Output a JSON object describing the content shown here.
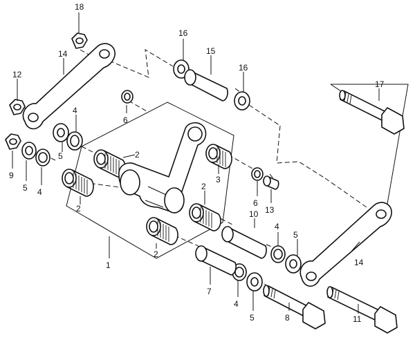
{
  "callouts": {
    "c1": "1",
    "c2a": "2",
    "c2b": "2",
    "c2c": "2",
    "c2d": "2",
    "c3": "3",
    "c4a": "4",
    "c4b": "4",
    "c4c": "4",
    "c4d": "4",
    "c5a": "5",
    "c5b": "5",
    "c5c": "5",
    "c5d": "5",
    "c6a": "6",
    "c6b": "6",
    "c7": "7",
    "c8": "8",
    "c9": "9",
    "c10": "10",
    "c11": "11",
    "c12": "12",
    "c13": "13",
    "c14a": "14",
    "c14b": "14",
    "c15": "15",
    "c16a": "16",
    "c16b": "16",
    "c17": "17",
    "c18": "18"
  }
}
